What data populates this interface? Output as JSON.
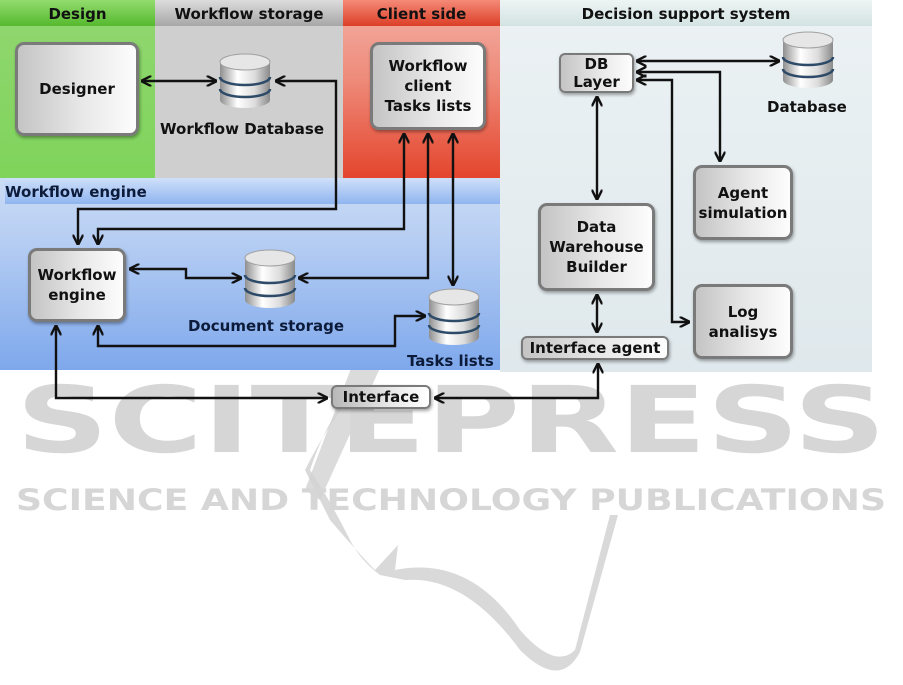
{
  "panels": {
    "design": {
      "title": "Design",
      "color": "#7ccf5a"
    },
    "workflow_storage": {
      "title": "Workflow storage",
      "color": "#c8c8c8"
    },
    "client_side": {
      "title": "Client side",
      "color": "#e8604a"
    },
    "decision_support": {
      "title": "Decision support system",
      "color": "#e3ecef"
    },
    "workflow_engine": {
      "title": "Workflow engine",
      "color": "#86aee8"
    }
  },
  "nodes": {
    "designer": "Designer",
    "workflow_database": "Workflow Database",
    "workflow_client": "Workflow\nclient\nTasks lists",
    "workflow_engine": "Workflow\nengine",
    "document_storage": "Document storage",
    "tasks_lists": "Tasks lists",
    "db_layer": "DB\nLayer",
    "database": "Database",
    "agent_simulation": "Agent\nsimulation",
    "data_warehouse_builder": "Data\nWarehouse\nBuilder",
    "log_analysis": "Log\nanalisys",
    "interface_agent": "Interface agent",
    "interface": "Interface"
  },
  "icons": {
    "database_icon": "database-cylinder"
  },
  "watermark": {
    "title": "SCITEPRESS",
    "subtitle": "SCIENCE AND TECHNOLOGY PUBLICATIONS"
  }
}
